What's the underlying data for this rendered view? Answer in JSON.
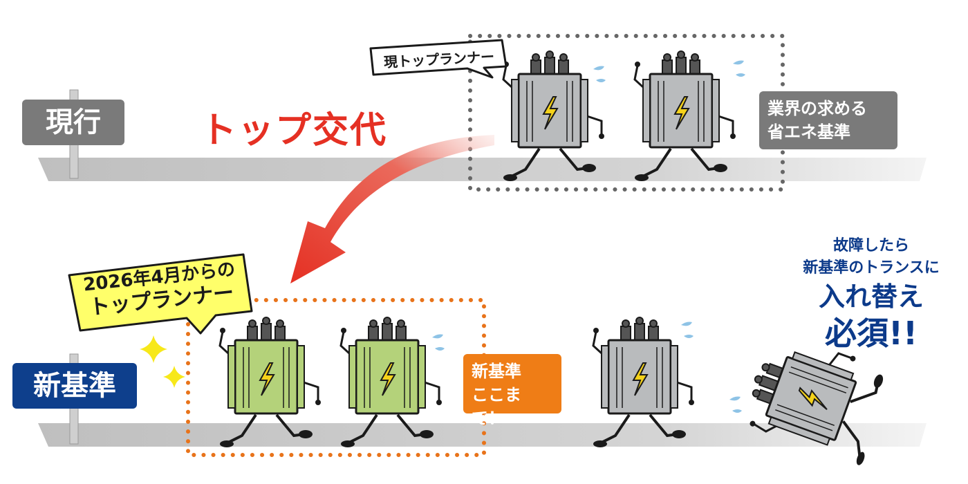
{
  "rows": {
    "current": {
      "sign_label": "現行",
      "sign_color": "#7a7a7a"
    },
    "new": {
      "sign_label": "新基準",
      "sign_color": "#0e3f8c"
    }
  },
  "headline": {
    "text": "トップ交代",
    "color": "#e53023"
  },
  "bubbles": {
    "current_top": "現トップランナー",
    "new_top_line1": "2026年4月からの",
    "new_top_line2": "トップランナー"
  },
  "labels": {
    "industry_standard_line1": "業界の求める",
    "industry_standard_line2": "省エネ基準",
    "new_standard_line1": "新基準",
    "new_standard_line2": "ここまで！"
  },
  "note": {
    "line1": "故障したら",
    "line2": "新基準のトランスに",
    "line3": "入れ替え",
    "line4": "必須!!"
  },
  "colors": {
    "road": "#cfcfcf",
    "dots_current": "#666666",
    "dots_new": "#e8731a",
    "transformer_gray": "#b9bbbd",
    "transformer_green": "#b4d27a",
    "bolt": "#f5d21a",
    "label_gray": "#7a7a7a",
    "label_orange": "#ef7d16",
    "bubble_yellow": "#ffff6a",
    "sparkle": "#f7e81a",
    "note_blue": "#0c3a8a"
  }
}
